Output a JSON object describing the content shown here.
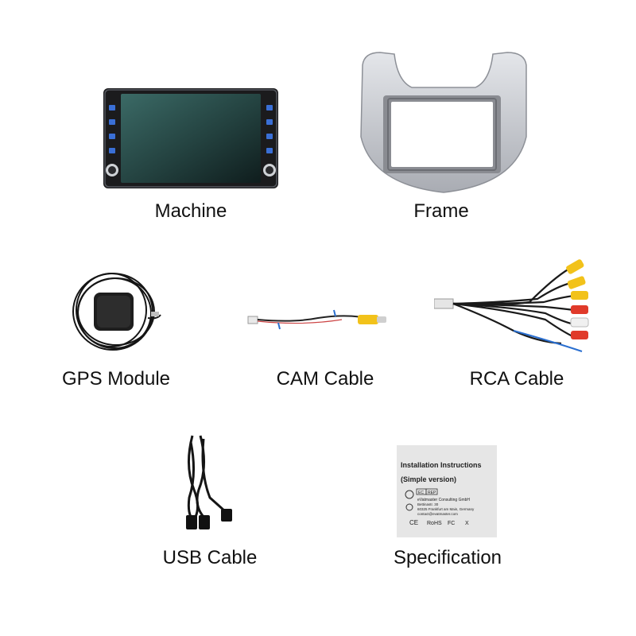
{
  "items": [
    {
      "id": "machine",
      "label": "Machine"
    },
    {
      "id": "frame",
      "label": "Frame"
    },
    {
      "id": "gps",
      "label": "GPS Module"
    },
    {
      "id": "cam",
      "label": "CAM Cable"
    },
    {
      "id": "rca",
      "label": "RCA Cable"
    },
    {
      "id": "usb",
      "label": "USB Cable"
    },
    {
      "id": "spec",
      "label": "Specification"
    }
  ],
  "spec_card": {
    "title": "Installation Instructions",
    "subtitle": "(Simple version)",
    "ec_label": "EC",
    "rep_label": "REP",
    "company": "eVatmaster Consulting GmbH",
    "street": "Bettinastr. 30",
    "city": "60325 Frankfurt am Main, Germany",
    "email": "contact@evatmaster.com",
    "marks": [
      "CE",
      "RoHS",
      "FC",
      "X"
    ]
  },
  "colors": {
    "screen": "#2a4d4a",
    "frame_silver": "#c9ccd2",
    "frame_dark": "#8a8c92",
    "card_bg": "#e6e6e6",
    "cable": "#1a1a1a",
    "rca_yellow": "#f2c21a",
    "rca_red": "#e03a2a",
    "rca_white": "#f0f0f0"
  }
}
